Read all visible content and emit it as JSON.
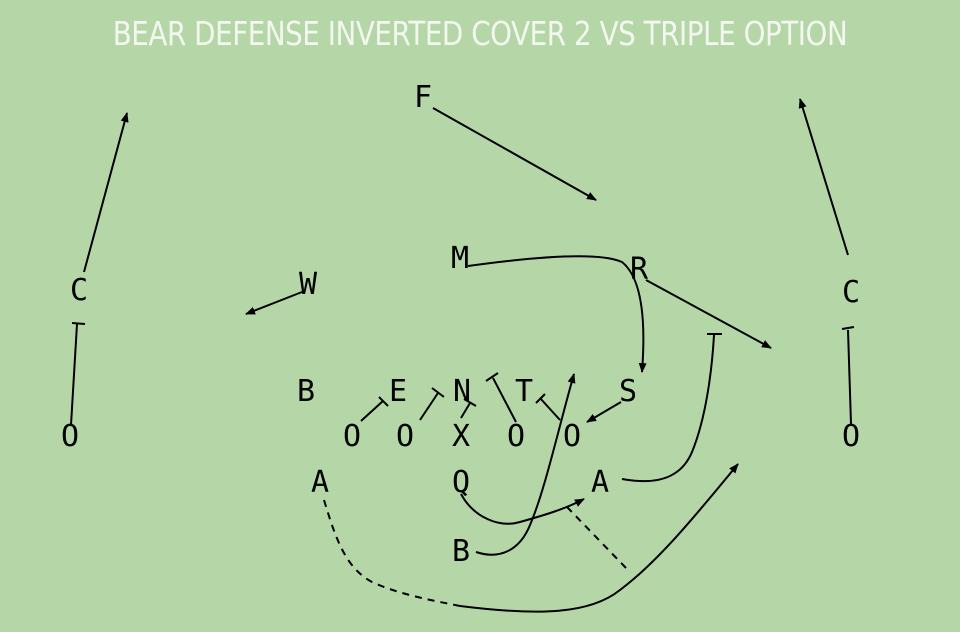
{
  "diagram": {
    "title": "BEAR DEFENSE INVERTED COVER 2 VS TRIPLE OPTION",
    "colors": {
      "background": "#b5d7a8",
      "title": "#f3f7ef",
      "ink": "#000000"
    },
    "defense": [
      {
        "id": "free-safety",
        "label": "F"
      },
      {
        "id": "mike-lb",
        "label": "M"
      },
      {
        "id": "rover",
        "label": "R"
      },
      {
        "id": "will-lb",
        "label": "W"
      },
      {
        "id": "left-corner",
        "label": "C"
      },
      {
        "id": "right-corner",
        "label": "C"
      },
      {
        "id": "buck",
        "label": "B"
      },
      {
        "id": "left-end",
        "label": "E"
      },
      {
        "id": "nose",
        "label": "N"
      },
      {
        "id": "tackle",
        "label": "T"
      },
      {
        "id": "strong-end",
        "label": "S"
      }
    ],
    "offense": [
      {
        "id": "left-receiver",
        "label": "O"
      },
      {
        "id": "left-tackle",
        "label": "O"
      },
      {
        "id": "left-guard",
        "label": "O"
      },
      {
        "id": "center",
        "label": "X"
      },
      {
        "id": "right-guard",
        "label": "O"
      },
      {
        "id": "right-tackle",
        "label": "O"
      },
      {
        "id": "right-receiver",
        "label": "O"
      },
      {
        "id": "left-back",
        "label": "A"
      },
      {
        "id": "quarterback",
        "label": "Q"
      },
      {
        "id": "right-back",
        "label": "A"
      },
      {
        "id": "fullback",
        "label": "B"
      }
    ]
  }
}
